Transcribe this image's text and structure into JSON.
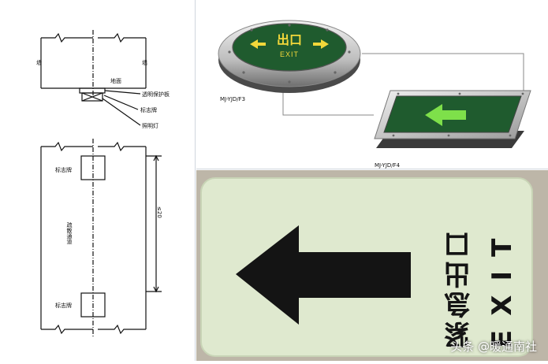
{
  "drawing": {
    "top": {
      "wall_left": "墙",
      "wall_right": "墙",
      "floor": "地面",
      "transparent_cover": "透明保护板",
      "sign_plate": "标志牌",
      "light": "照明灯"
    },
    "bottom": {
      "sign_top": "标志牌",
      "sign_bottom": "标志牌",
      "passage": "疏散通道",
      "dimension": "≤20"
    }
  },
  "products": {
    "round": {
      "model": "MJ-YJD/F3",
      "cn_text": "出口",
      "en_text": "EXIT",
      "color": "#1f5b2e"
    },
    "rect": {
      "model": "MJ-YJD/F4",
      "color": "#1f5b2e"
    }
  },
  "photo_sign": {
    "cn_text": "紧急出口",
    "en_text": "EXIT",
    "background_color": "#dfe9cf",
    "ink_color": "#141414"
  },
  "watermark": "头条 @暖通南社"
}
